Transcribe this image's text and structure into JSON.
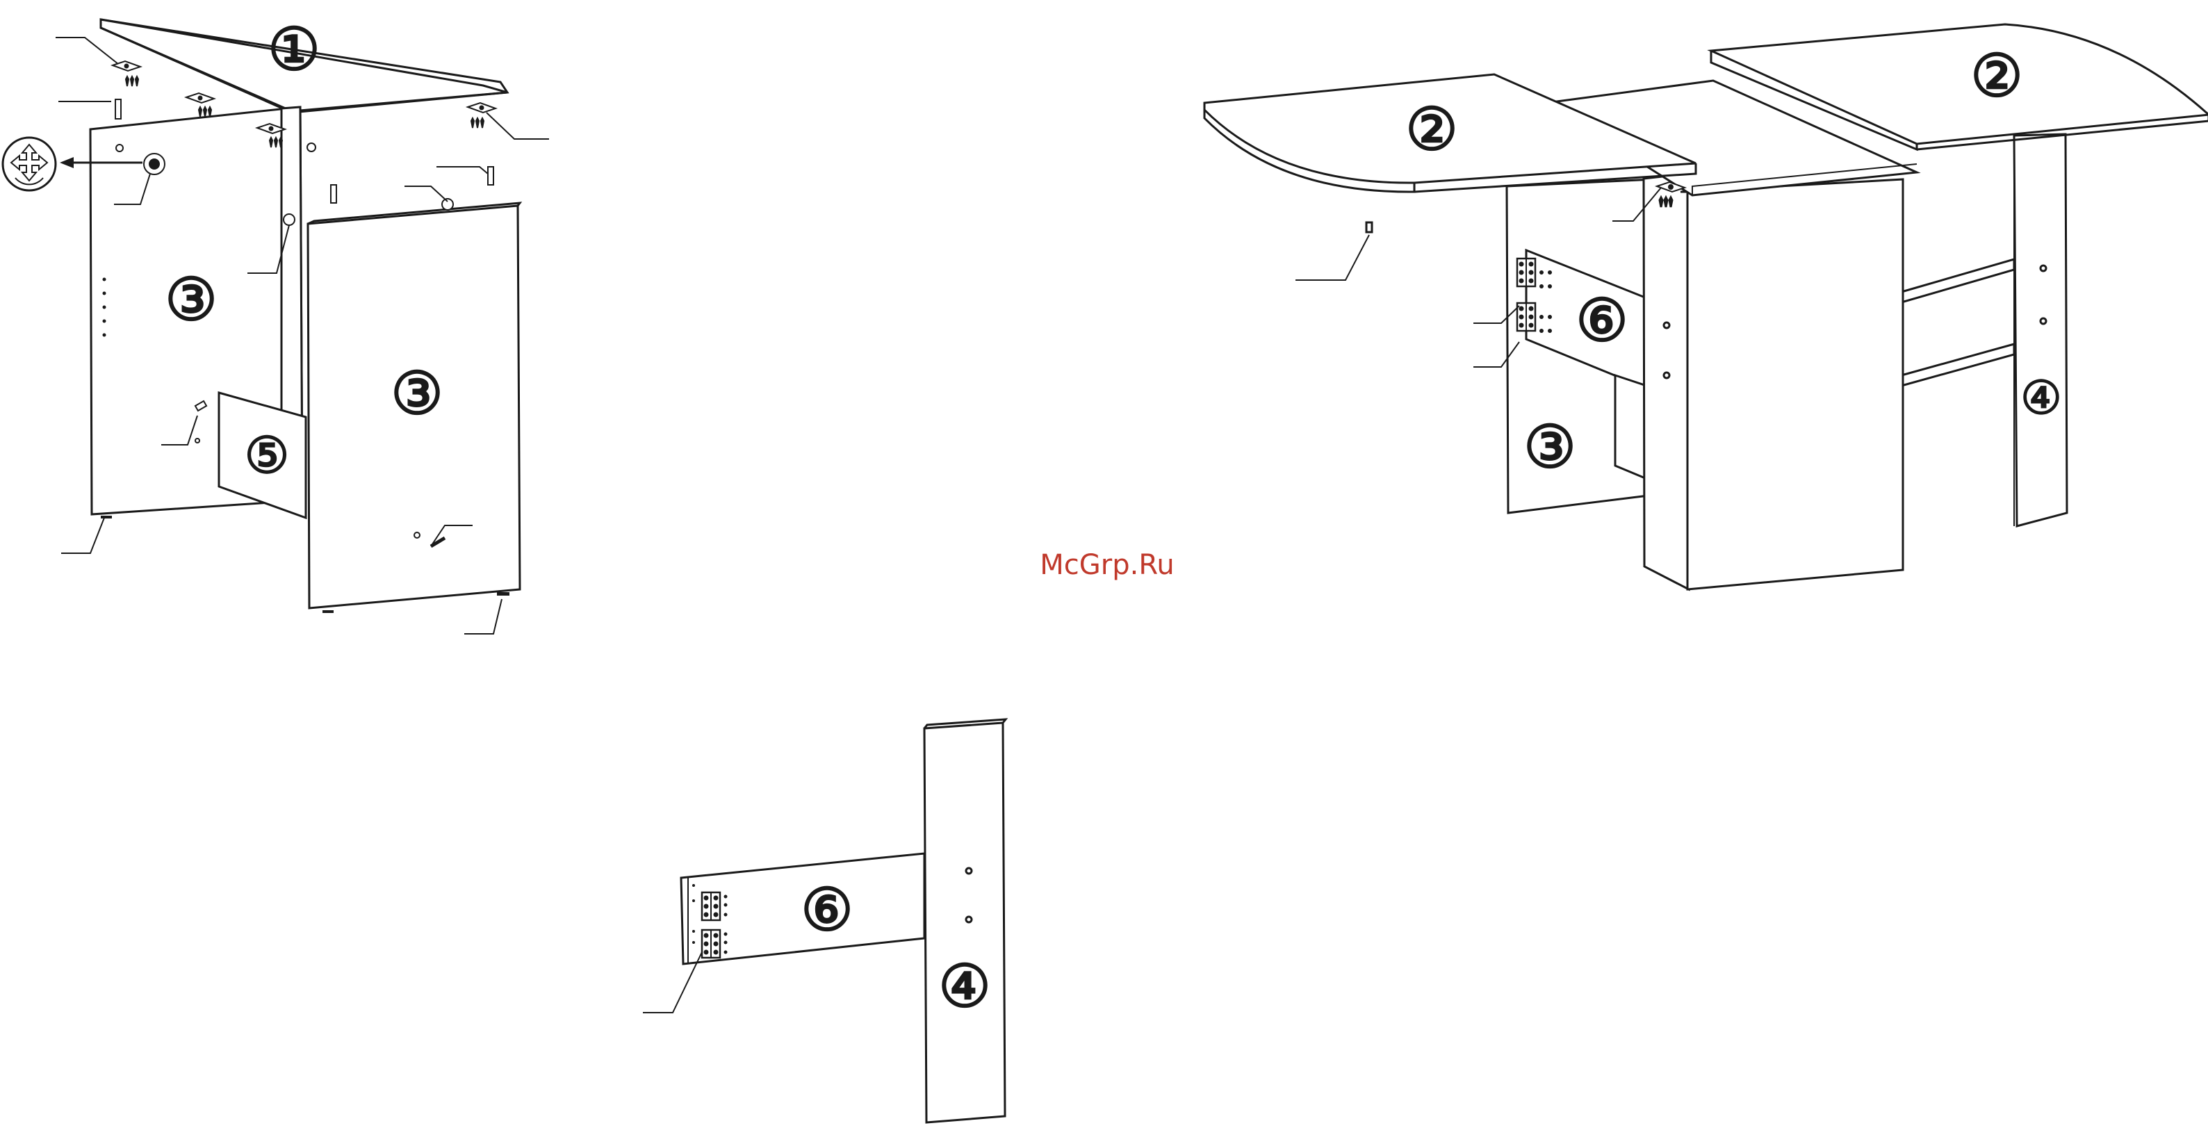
{
  "watermark": {
    "text": "McGrp.Ru",
    "color": "#c0392b"
  },
  "part_labels": {
    "p1": "①",
    "p2": "②",
    "p3": "③",
    "p4": "④",
    "p5": "⑤",
    "p6": "⑥"
  },
  "colors": {
    "line": "#1a1a1a",
    "panel": "#ffffff"
  },
  "icons": [
    "turn-arrows-icon",
    "screw-icon",
    "hinge-icon",
    "dowel-icon",
    "bracket-icon"
  ]
}
